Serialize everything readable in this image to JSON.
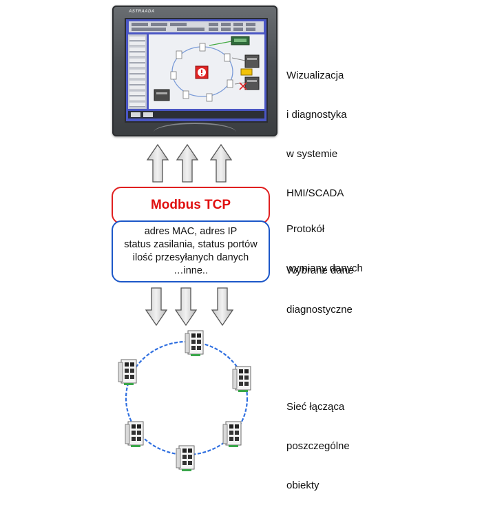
{
  "hmi": {
    "brand": "ASTRAADA"
  },
  "labels": {
    "visualization": [
      "Wizualizacja",
      "i diagnostyka",
      "w systemie",
      "HMI/SCADA"
    ],
    "protocol_desc": [
      "Protokół",
      "wymiany danych"
    ],
    "selected_data": [
      "Wybrane dane",
      "diagnostyczne"
    ],
    "network": [
      "Sieć łącząca",
      "poszczególne",
      "obiekty"
    ]
  },
  "protocol": {
    "name": "Modbus TCP"
  },
  "diagnostics": {
    "lines": [
      "adres MAC, adres IP",
      "status zasilania, status portów",
      "ilość przesyłanych danych",
      "…inne.."
    ]
  },
  "colors": {
    "protocol_border": "#e02020",
    "protocol_text": "#e01010",
    "data_border": "#1c57c8",
    "ring": "#2f6fe0",
    "arrow_fill": "#d6d6d6",
    "arrow_stroke": "#555555",
    "hmi_screen": "#4a56c4"
  },
  "icons": {
    "hmi_alarm": "alarm-icon",
    "hmi_device": "switch-icon",
    "network_node": "industrial-switch-icon"
  }
}
